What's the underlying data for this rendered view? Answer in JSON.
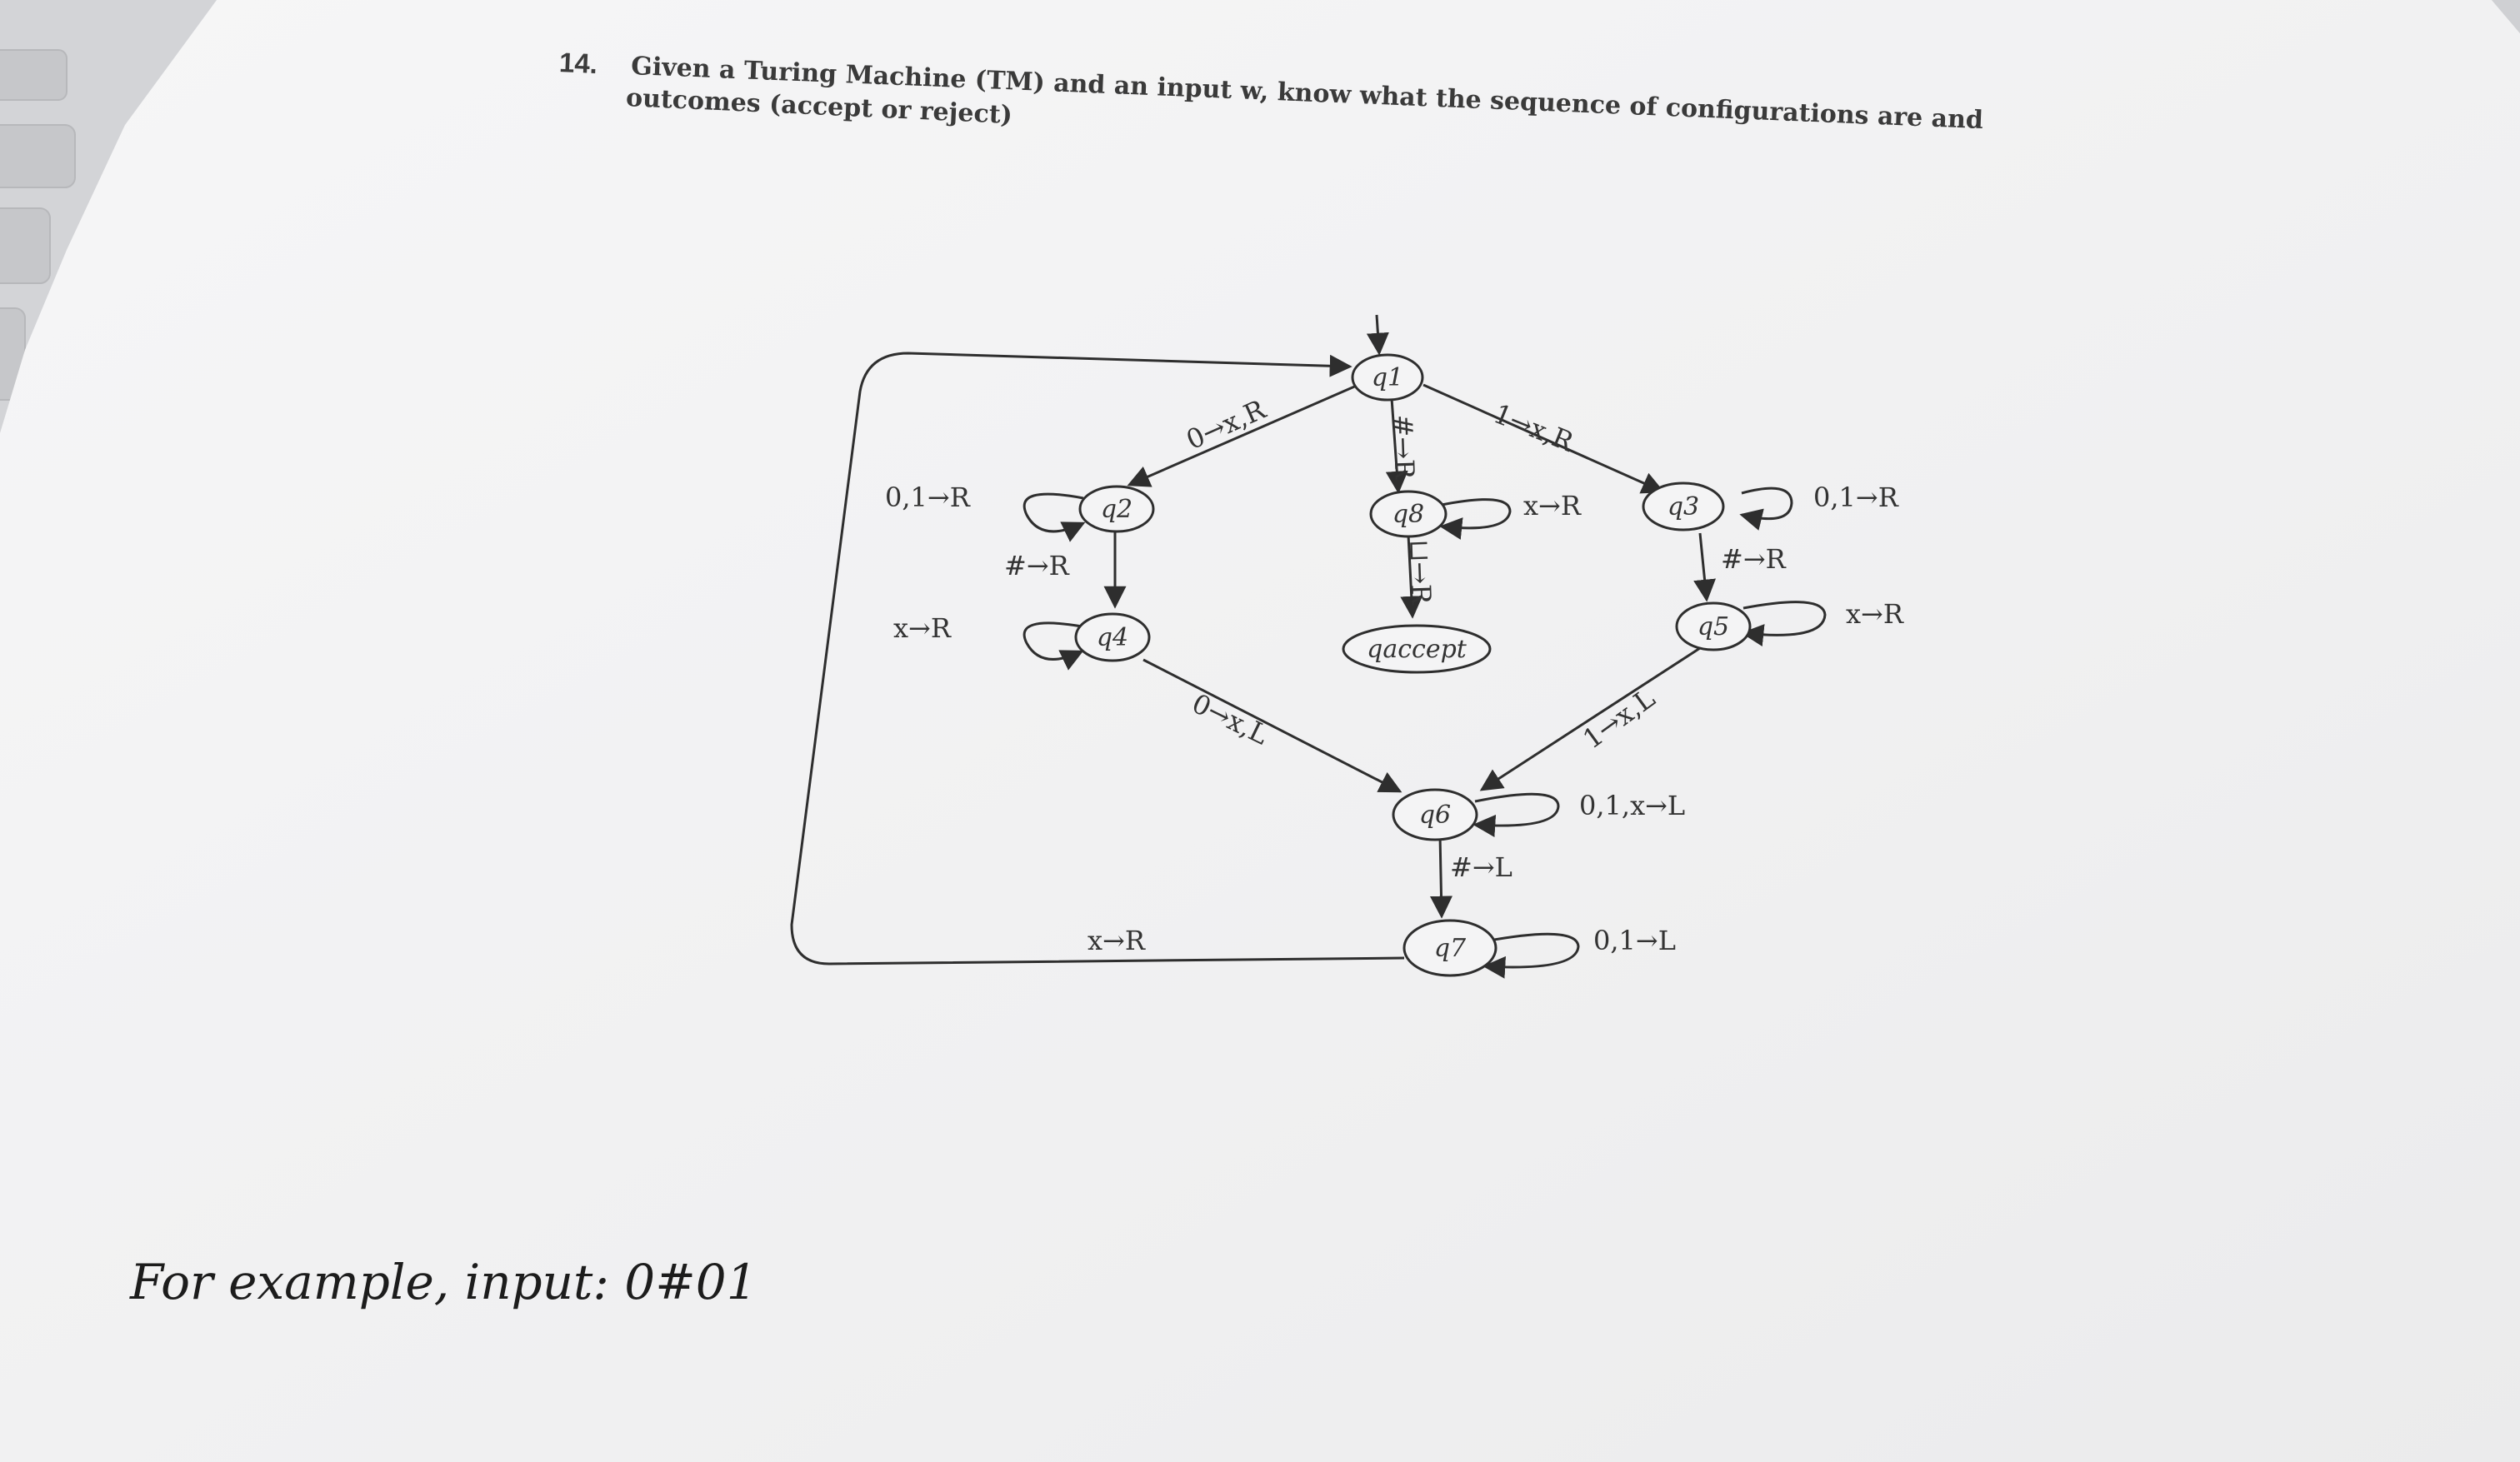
{
  "question": {
    "number": "14.",
    "line1": "Given a Turing Machine (TM) and an input w, know what the sequence of configurations are and",
    "line2": "outcomes (accept or reject)"
  },
  "example_text": "For example, input: 0#01",
  "states": {
    "q1": "q1",
    "q2": "q2",
    "q3": "q3",
    "q4": "q4",
    "q5": "q5",
    "q6": "q6",
    "q7": "q7",
    "q8": "q8",
    "qaccept": "qaccept"
  },
  "transitions": {
    "q1_q2": "0→x,R",
    "q1_q3": "1→x,R",
    "q1_q8": "#→R",
    "q2_loop": "0,1→R",
    "q2_q4": "#→R",
    "q3_loop": "0,1→R",
    "q3_q5": "#→R",
    "q4_loop": "x→R",
    "q4_q6": "0→x,L",
    "q5_loop": "x→R",
    "q5_q6": "1→x,L",
    "q6_loop": "0,1,x→L",
    "q6_q7": "#→L",
    "q7_loop": "0,1→L",
    "q7_q1": "x→R",
    "q8_loop": "x→R",
    "q8_qaccept": "⊔→R"
  },
  "colors": {
    "paper": "#f3f3f4",
    "ink": "#2e2e2e",
    "laptop": "#d4d5d8"
  }
}
